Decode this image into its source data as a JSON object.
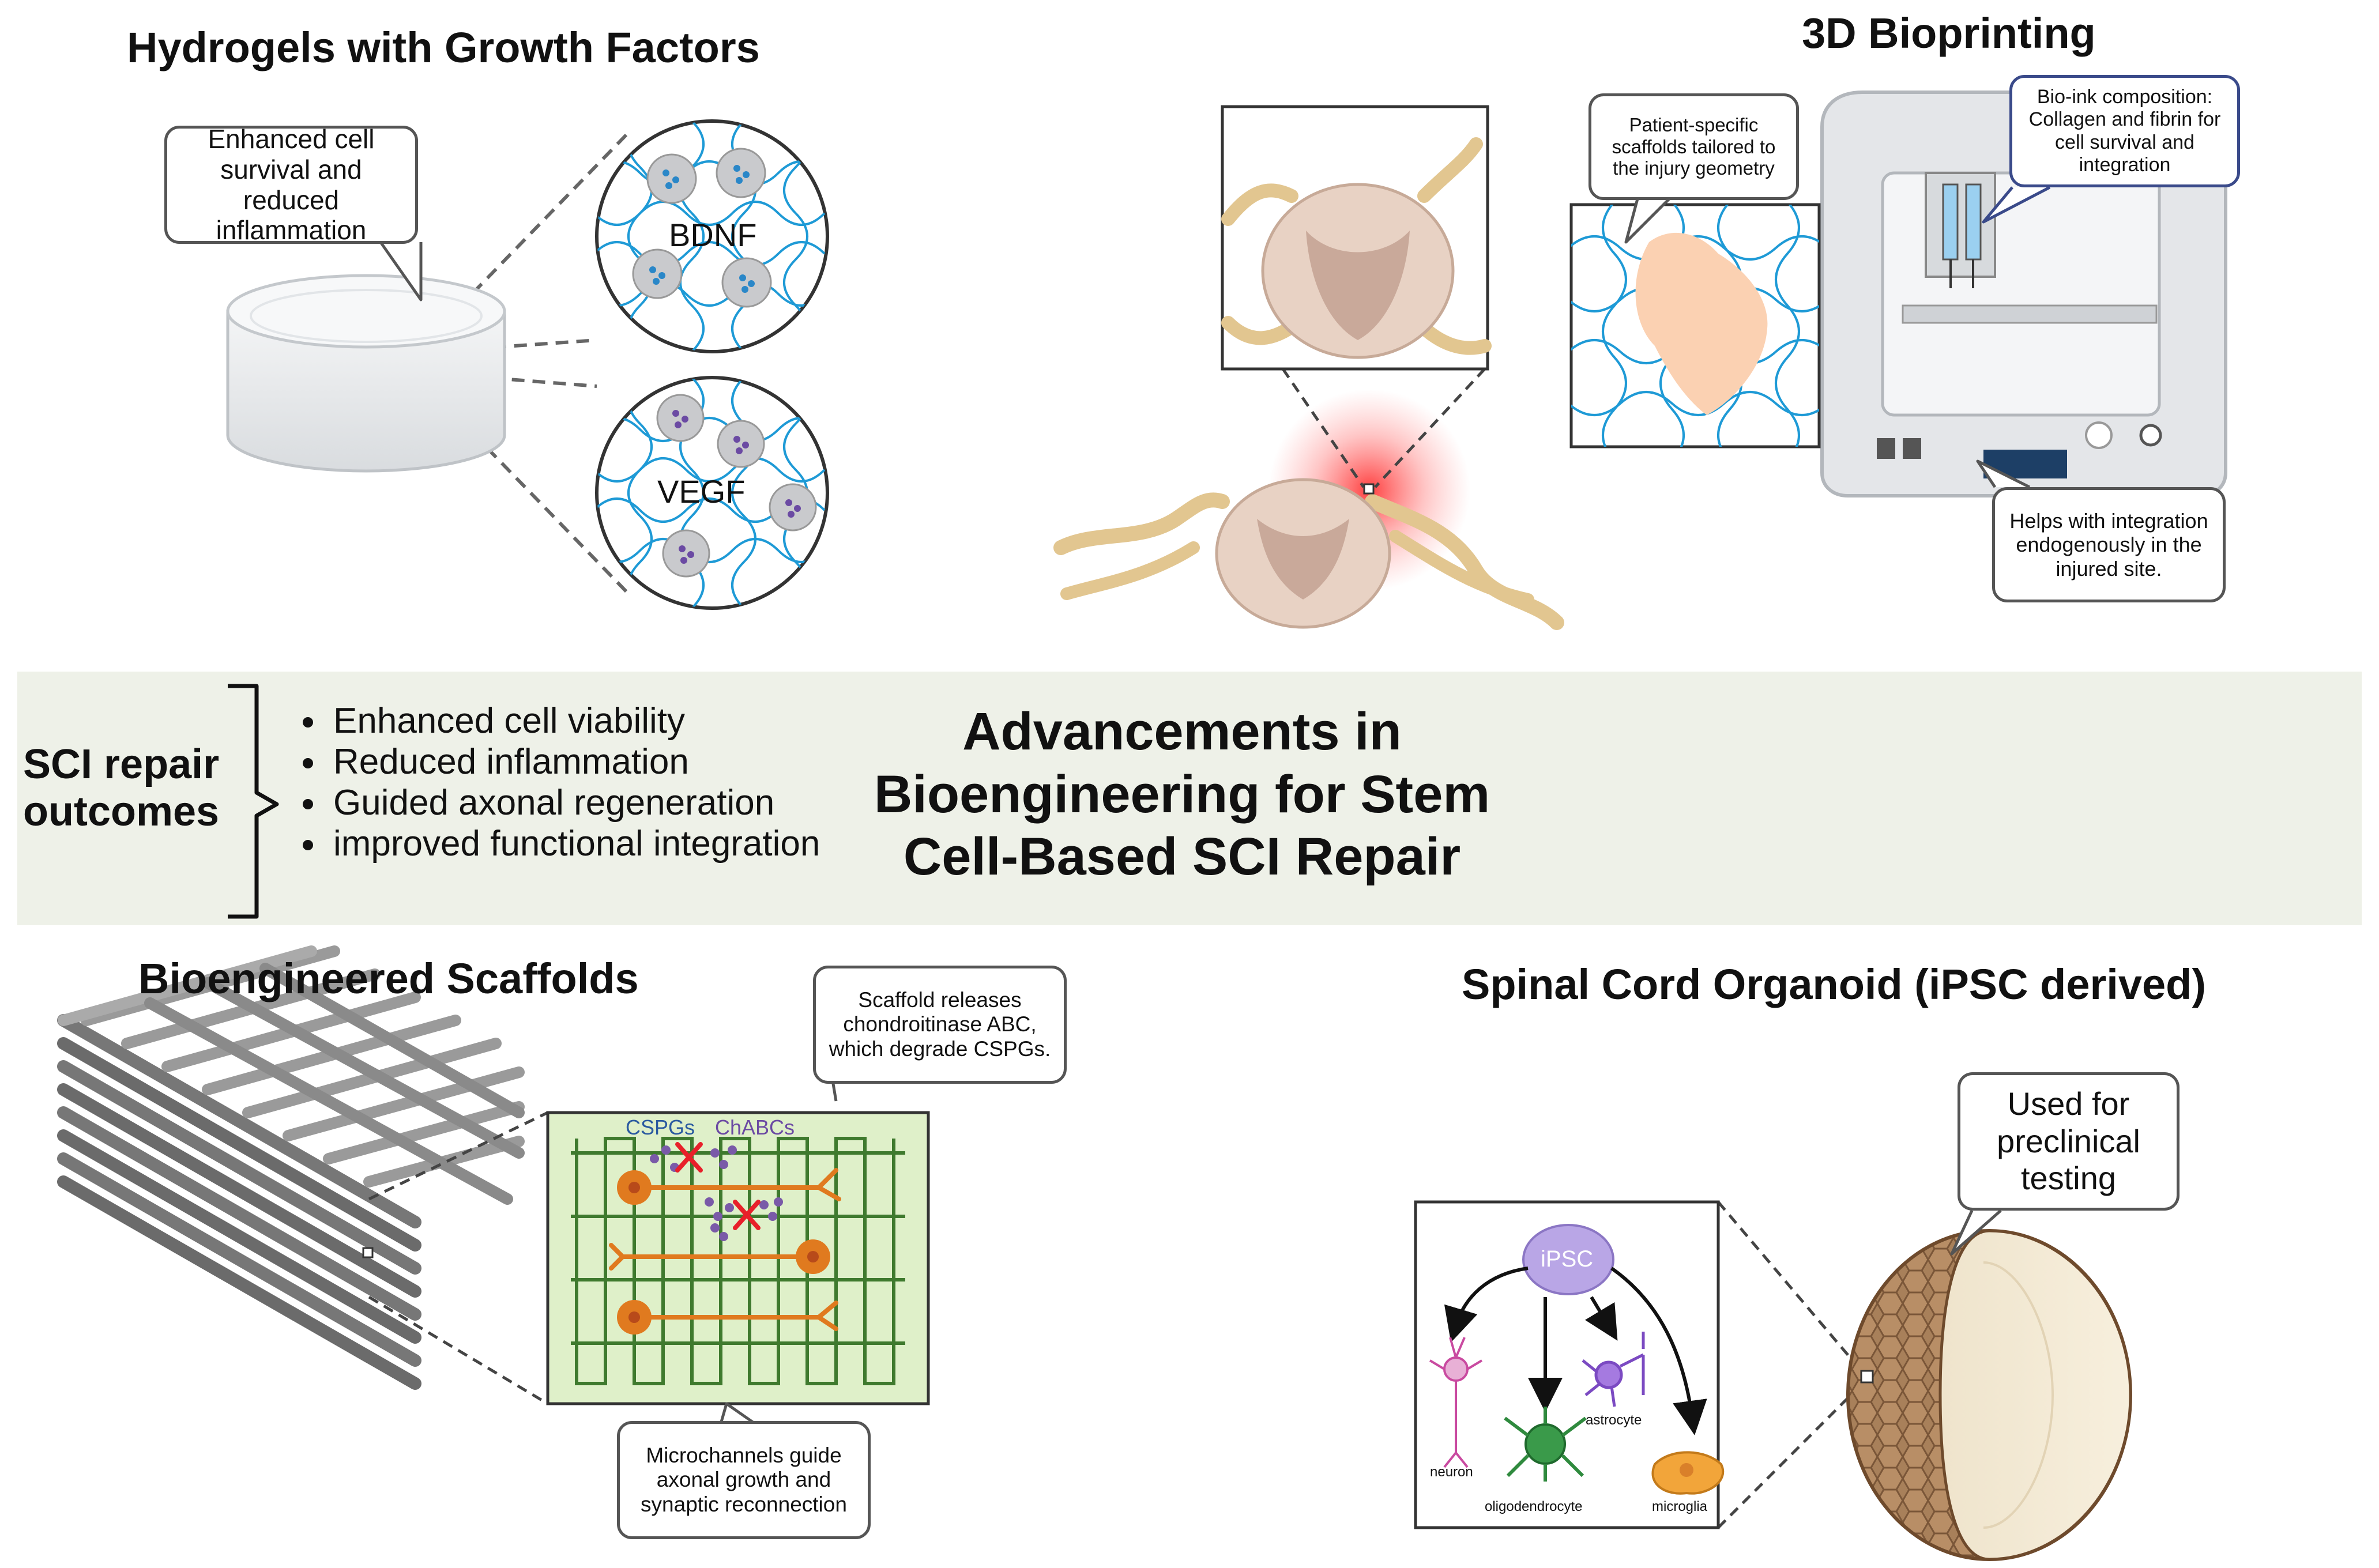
{
  "figure": {
    "main_title": "Advancements in Bioengineering for Stem Cell-Based SCI Repair",
    "outcomes": {
      "label": "SCI repair outcomes",
      "items": [
        "Enhanced cell viability",
        "Reduced inflammation",
        "Guided axonal regeneration",
        "improved functional integration"
      ]
    },
    "hydrogels": {
      "title": "Hydrogels with Growth Factors",
      "callout": "Enhanced cell survival and reduced inflammation",
      "growth_factor_1": "BDNF",
      "growth_factor_2": "VEGF"
    },
    "bioprinting": {
      "title": "3D Bioprinting",
      "callout_scaffold": "Patient-specific scaffolds tailored to the injury geometry",
      "callout_bioink": "Bio-ink composition: Collagen and fibrin for cell survival and integration",
      "callout_integration": "Helps with integration endogenously in the injured site."
    },
    "scaffolds": {
      "title": "Bioengineered Scaffolds",
      "callout_release": "Scaffold releases chondroitinase ABC, which degrade CSPGs.",
      "callout_channels": "Microchannels guide axonal growth and synaptic reconnection",
      "label_cspgs": "CSPGs",
      "label_chabcs": "ChABCs"
    },
    "organoid": {
      "title": "Spinal Cord Organoid (iPSC derived)",
      "callout": "Used for preclinical testing",
      "ipsc": "iPSC",
      "cells": {
        "neuron": "neuron",
        "oligodendrocyte": "oligodendrocyte",
        "astrocyte": "astrocyte",
        "microglia": "microglia"
      }
    }
  },
  "colors": {
    "band": "#eef1e8",
    "axon": "#e07a1f",
    "scaffold_grid": "#3f7a2e",
    "hydrogel_mesh": "#1e9ad6",
    "injury": "#e8202a",
    "ipsc": "#b9a6e6"
  }
}
